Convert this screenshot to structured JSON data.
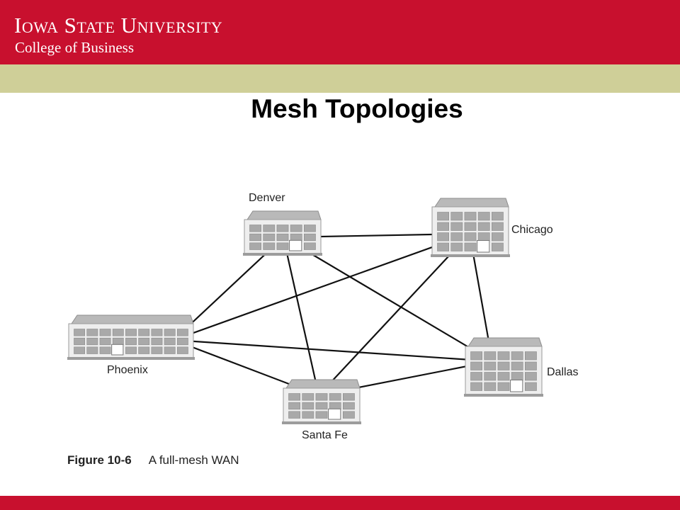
{
  "header": {
    "university": "Iowa State University",
    "college": "College of Business"
  },
  "slide": {
    "title": "Mesh Topologies"
  },
  "figure": {
    "number": "Figure 10-6",
    "caption": "A full-mesh WAN",
    "sites": [
      "Denver",
      "Chicago",
      "Phoenix",
      "Dallas",
      "Santa Fe"
    ],
    "links": [
      [
        "Denver",
        "Chicago"
      ],
      [
        "Denver",
        "Phoenix"
      ],
      [
        "Denver",
        "Santa Fe"
      ],
      [
        "Denver",
        "Dallas"
      ],
      [
        "Chicago",
        "Phoenix"
      ],
      [
        "Chicago",
        "Santa Fe"
      ],
      [
        "Chicago",
        "Dallas"
      ],
      [
        "Phoenix",
        "Dallas"
      ],
      [
        "Phoenix",
        "Santa Fe"
      ],
      [
        "Santa Fe",
        "Dallas"
      ]
    ]
  },
  "colors": {
    "brand_red": "#c8102e",
    "band_tan": "#cfcf98"
  }
}
